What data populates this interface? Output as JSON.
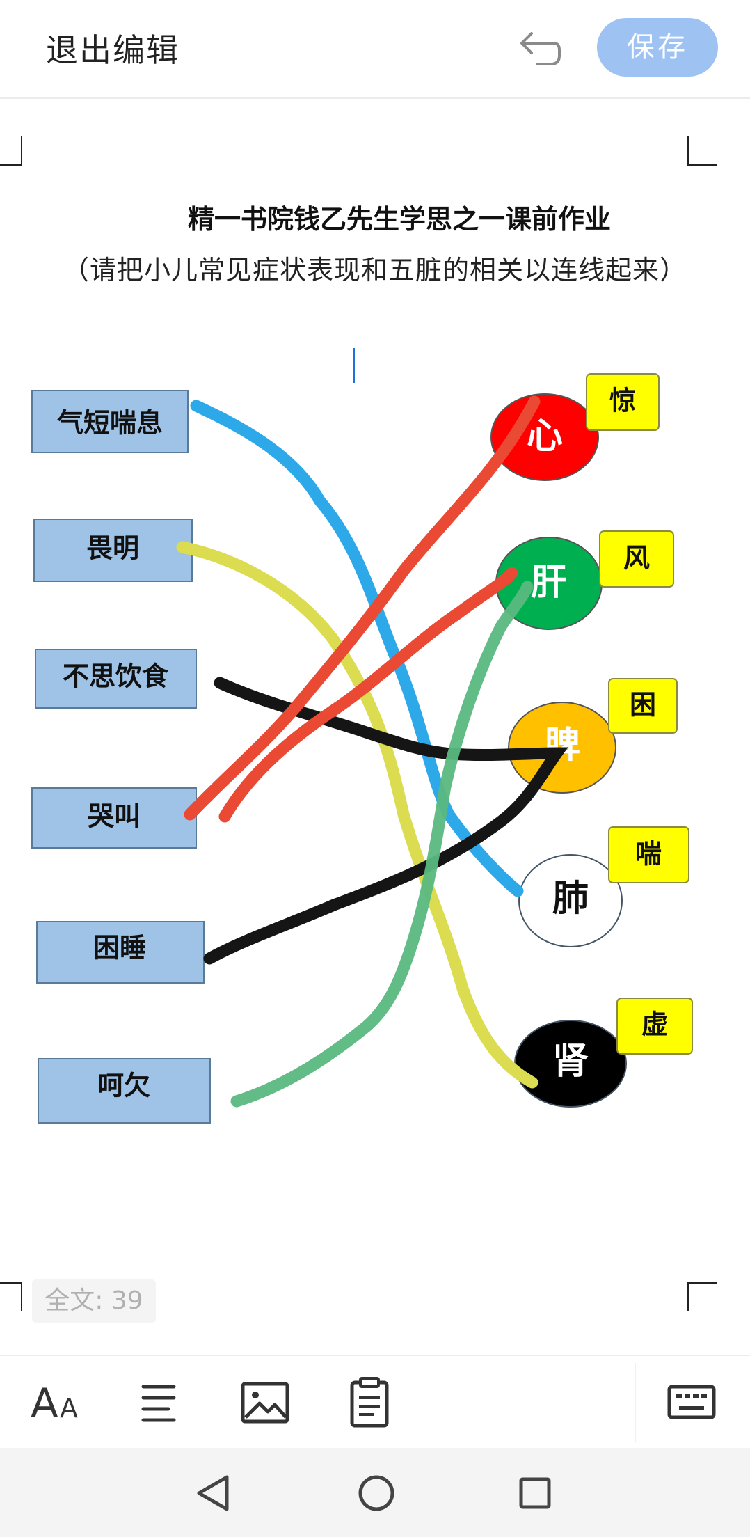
{
  "topbar": {
    "exit_label": "退出编辑",
    "save_label": "保存",
    "undo_icon": "undo-icon"
  },
  "document": {
    "title": "精一书院钱乙先生学思之一课前作业",
    "subtitle": "（请把小儿常见症状表现和五脏的相关以连线起来）",
    "symptoms": [
      "气短喘息",
      "畏明",
      "不思饮食",
      "哭叫",
      "困睡",
      "呵欠"
    ],
    "organs": [
      {
        "name": "心",
        "fill": "#ff0000",
        "text_color": "#ffffff",
        "tag": "惊"
      },
      {
        "name": "肝",
        "fill": "#00b050",
        "text_color": "#ffffff",
        "tag": "风"
      },
      {
        "name": "脾",
        "fill": "#ffc000",
        "text_color": "#ffffff",
        "tag": "困"
      },
      {
        "name": "肺",
        "fill": "#ffffff",
        "text_color": "#111111",
        "tag": "喘"
      },
      {
        "name": "肾",
        "fill": "#000000",
        "text_color": "#ffffff",
        "tag": "虚"
      }
    ],
    "stroke_colors": {
      "blue": "#2da9ea",
      "yellow": "#dcdc50",
      "black": "#151515",
      "red1": "#ea4a33",
      "red2": "#ea4a33",
      "green": "#5ab87f"
    },
    "box_fill": "#9fc3e7",
    "tag_fill": "#ffff00"
  },
  "status": {
    "word_count": "全文: 39"
  },
  "toolbar": {
    "items": [
      "font-size-icon",
      "align-icon",
      "image-icon",
      "clipboard-icon",
      "keyboard-icon"
    ]
  },
  "navbar": {
    "items": [
      "back-icon",
      "home-icon",
      "recent-apps-icon"
    ]
  }
}
